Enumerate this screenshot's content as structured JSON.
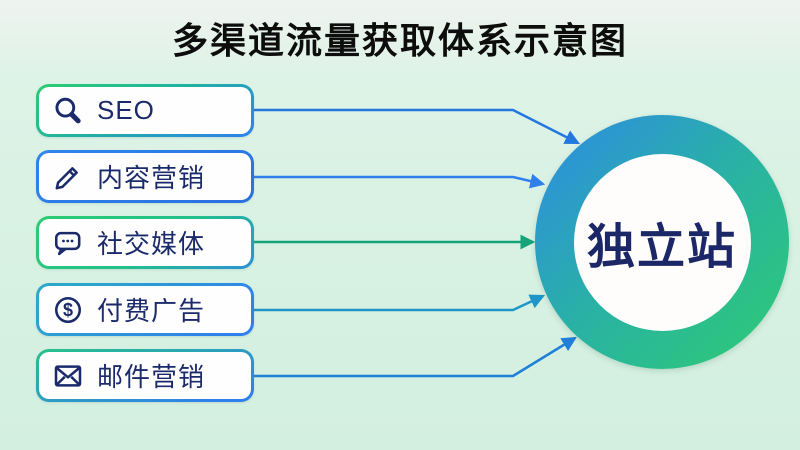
{
  "title": "多渠道流量获取体系示意图",
  "channels": [
    {
      "label": "SEO",
      "icon": "search-icon"
    },
    {
      "label": "内容营销",
      "icon": "pencil-icon"
    },
    {
      "label": "社交媒体",
      "icon": "chat-bubble-icon"
    },
    {
      "label": "付费广告",
      "icon": "dollar-icon"
    },
    {
      "label": "邮件营销",
      "icon": "envelope-icon"
    }
  ],
  "center": {
    "label": "独立站"
  },
  "colors": {
    "background": "#d7f1e2",
    "accent_green": "#2ecc71",
    "accent_blue": "#2f80ed",
    "text_navy": "#1b2a6b",
    "title_black": "#0d0d0d",
    "arrow_colors": [
      "#2577e0",
      "#2f80ed",
      "#16a379",
      "#1e96c8",
      "#2080d8"
    ]
  }
}
